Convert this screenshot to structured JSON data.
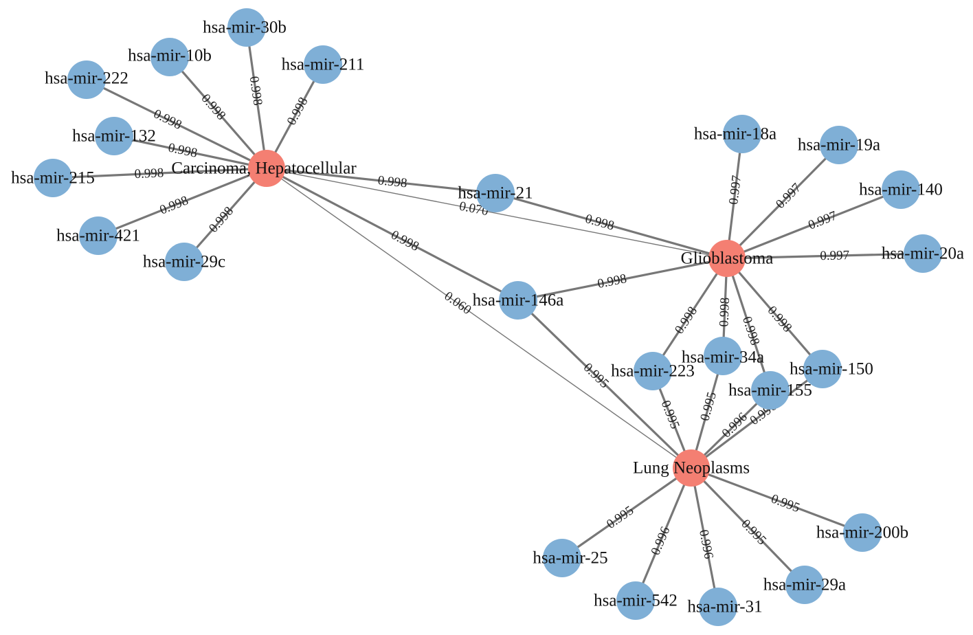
{
  "colors": {
    "disease_node": "#F47F72",
    "mirna_node": "#7FAFD6",
    "edge": "#777777",
    "label": "#111111"
  },
  "nodes": [
    {
      "id": "hcc",
      "label": "Carcinoma, Hepatocellular",
      "kind": "disease"
    },
    {
      "id": "gbm",
      "label": "Glioblastoma",
      "kind": "disease"
    },
    {
      "id": "lung",
      "label": "Lung Neoplasms",
      "kind": "disease"
    },
    {
      "id": "m30b",
      "label": "hsa-mir-30b",
      "kind": "mirna"
    },
    {
      "id": "m10b",
      "label": "hsa-mir-10b",
      "kind": "mirna"
    },
    {
      "id": "m211",
      "label": "hsa-mir-211",
      "kind": "mirna"
    },
    {
      "id": "m222",
      "label": "hsa-mir-222",
      "kind": "mirna"
    },
    {
      "id": "m132",
      "label": "hsa-mir-132",
      "kind": "mirna"
    },
    {
      "id": "m215",
      "label": "hsa-mir-215",
      "kind": "mirna"
    },
    {
      "id": "m421",
      "label": "hsa-mir-421",
      "kind": "mirna"
    },
    {
      "id": "m29c",
      "label": "hsa-mir-29c",
      "kind": "mirna"
    },
    {
      "id": "m21",
      "label": "hsa-mir-21",
      "kind": "mirna"
    },
    {
      "id": "m146a",
      "label": "hsa-mir-146a",
      "kind": "mirna"
    },
    {
      "id": "m18a",
      "label": "hsa-mir-18a",
      "kind": "mirna"
    },
    {
      "id": "m19a",
      "label": "hsa-mir-19a",
      "kind": "mirna"
    },
    {
      "id": "m140",
      "label": "hsa-mir-140",
      "kind": "mirna"
    },
    {
      "id": "m20a",
      "label": "hsa-mir-20a",
      "kind": "mirna"
    },
    {
      "id": "m223",
      "label": "hsa-mir-223",
      "kind": "mirna"
    },
    {
      "id": "m34a",
      "label": "hsa-mir-34a",
      "kind": "mirna"
    },
    {
      "id": "m155",
      "label": "hsa-mir-155",
      "kind": "mirna"
    },
    {
      "id": "m150",
      "label": "hsa-mir-150",
      "kind": "mirna"
    },
    {
      "id": "m200b",
      "label": "hsa-mir-200b",
      "kind": "mirna"
    },
    {
      "id": "m25",
      "label": "hsa-mir-25",
      "kind": "mirna"
    },
    {
      "id": "m542",
      "label": "hsa-mir-542",
      "kind": "mirna"
    },
    {
      "id": "m31",
      "label": "hsa-mir-31",
      "kind": "mirna"
    },
    {
      "id": "m29a",
      "label": "hsa-mir-29a",
      "kind": "mirna"
    }
  ],
  "edges": [
    {
      "source": "hcc",
      "target": "m30b",
      "label": "0.998"
    },
    {
      "source": "hcc",
      "target": "m10b",
      "label": "0.998"
    },
    {
      "source": "hcc",
      "target": "m211",
      "label": "0.998"
    },
    {
      "source": "hcc",
      "target": "m222",
      "label": "0.998"
    },
    {
      "source": "hcc",
      "target": "m132",
      "label": "0.998"
    },
    {
      "source": "hcc",
      "target": "m215",
      "label": "0.998"
    },
    {
      "source": "hcc",
      "target": "m421",
      "label": "0.998"
    },
    {
      "source": "hcc",
      "target": "m29c",
      "label": "0.998"
    },
    {
      "source": "hcc",
      "target": "m21",
      "label": "0.998"
    },
    {
      "source": "hcc",
      "target": "m146a",
      "label": "0.998"
    },
    {
      "source": "hcc",
      "target": "gbm",
      "label": "0.070",
      "thin": true
    },
    {
      "source": "hcc",
      "target": "lung",
      "label": "0.060",
      "thin": true
    },
    {
      "source": "gbm",
      "target": "m21",
      "label": "0.998"
    },
    {
      "source": "gbm",
      "target": "m146a",
      "label": "0.998"
    },
    {
      "source": "gbm",
      "target": "m18a",
      "label": "0.997"
    },
    {
      "source": "gbm",
      "target": "m19a",
      "label": "0.997"
    },
    {
      "source": "gbm",
      "target": "m140",
      "label": "0.997"
    },
    {
      "source": "gbm",
      "target": "m20a",
      "label": "0.997"
    },
    {
      "source": "gbm",
      "target": "m223",
      "label": "0.998"
    },
    {
      "source": "gbm",
      "target": "m34a",
      "label": "0.998"
    },
    {
      "source": "gbm",
      "target": "m155",
      "label": "0.998"
    },
    {
      "source": "gbm",
      "target": "m150",
      "label": "0.998"
    },
    {
      "source": "lung",
      "target": "m146a",
      "label": "0.995"
    },
    {
      "source": "lung",
      "target": "m223",
      "label": "0.995"
    },
    {
      "source": "lung",
      "target": "m34a",
      "label": "0.995"
    },
    {
      "source": "lung",
      "target": "m155",
      "label": "0.996"
    },
    {
      "source": "lung",
      "target": "m150",
      "label": "0.996"
    },
    {
      "source": "lung",
      "target": "m200b",
      "label": "0.995"
    },
    {
      "source": "lung",
      "target": "m25",
      "label": "0.995"
    },
    {
      "source": "lung",
      "target": "m542",
      "label": "0.996"
    },
    {
      "source": "lung",
      "target": "m31",
      "label": "0.996"
    },
    {
      "source": "lung",
      "target": "m29a",
      "label": "0.995"
    }
  ]
}
